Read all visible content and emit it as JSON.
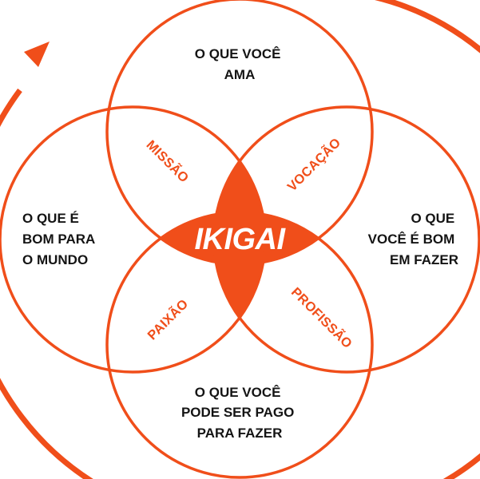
{
  "colors": {
    "accent": "#f04e1a",
    "text": "#141414",
    "background": "#ffffff"
  },
  "center": {
    "label": "IKIGAI"
  },
  "circles": {
    "top": {
      "lines": [
        "O QUE VOCÊ",
        "AMA"
      ]
    },
    "left": {
      "lines": [
        "O QUE É",
        "BOM PARA",
        "O MUNDO"
      ]
    },
    "right": {
      "lines": [
        "O QUE",
        "VOCÊ É BOM",
        "EM FAZER"
      ]
    },
    "bottom": {
      "lines": [
        "O QUE VOCÊ",
        "PODE SER PAGO",
        "PARA FAZER"
      ]
    }
  },
  "intersections": {
    "top_left": {
      "label": "MISSÃO"
    },
    "top_right": {
      "label": "VOCAÇÃO"
    },
    "bottom_left": {
      "label": "PAIXÃO"
    },
    "bottom_right": {
      "label": "PROFISSÃO"
    }
  }
}
